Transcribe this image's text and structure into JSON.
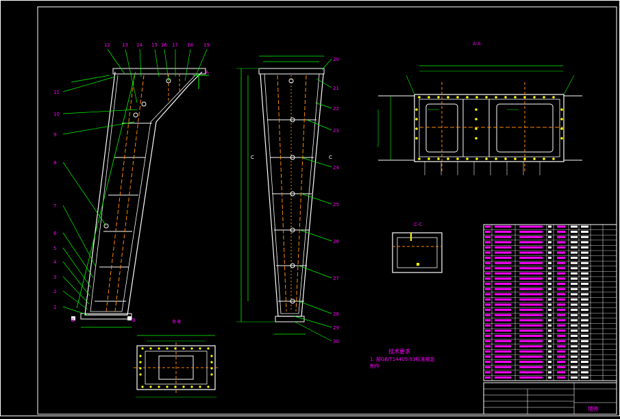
{
  "drawing": {
    "section_labels": {
      "aa": "A-A",
      "bb": "B-B",
      "cc": "C-C"
    },
    "left_callouts": [
      "11",
      "10",
      "9",
      "8",
      "7",
      "6",
      "5",
      "4",
      "3",
      "2",
      "1"
    ],
    "top_callouts": [
      "12",
      "13",
      "14",
      "15",
      "16",
      "17",
      "18",
      "19"
    ],
    "right_callouts": [
      "20",
      "21",
      "22",
      "23",
      "24",
      "25",
      "26",
      "27",
      "28",
      "29",
      "30"
    ],
    "marker_letters": {
      "a": "A",
      "b": "B",
      "c": "C"
    },
    "tech_notes": {
      "title": "技术要求",
      "line1": "1. 按GB/T14405-93标准规定",
      "line2": "制作"
    },
    "title_block": {
      "name": "塔件"
    }
  },
  "colors": {
    "background": "#000000",
    "frame": "#ffffff",
    "leader": "#00ff00",
    "callout": "#ff00ff",
    "dashed": "#ff8800",
    "dims": "#00ff00",
    "grid": "#ffffff",
    "cyan": "#00ffff",
    "yellow": "#ffff00"
  }
}
